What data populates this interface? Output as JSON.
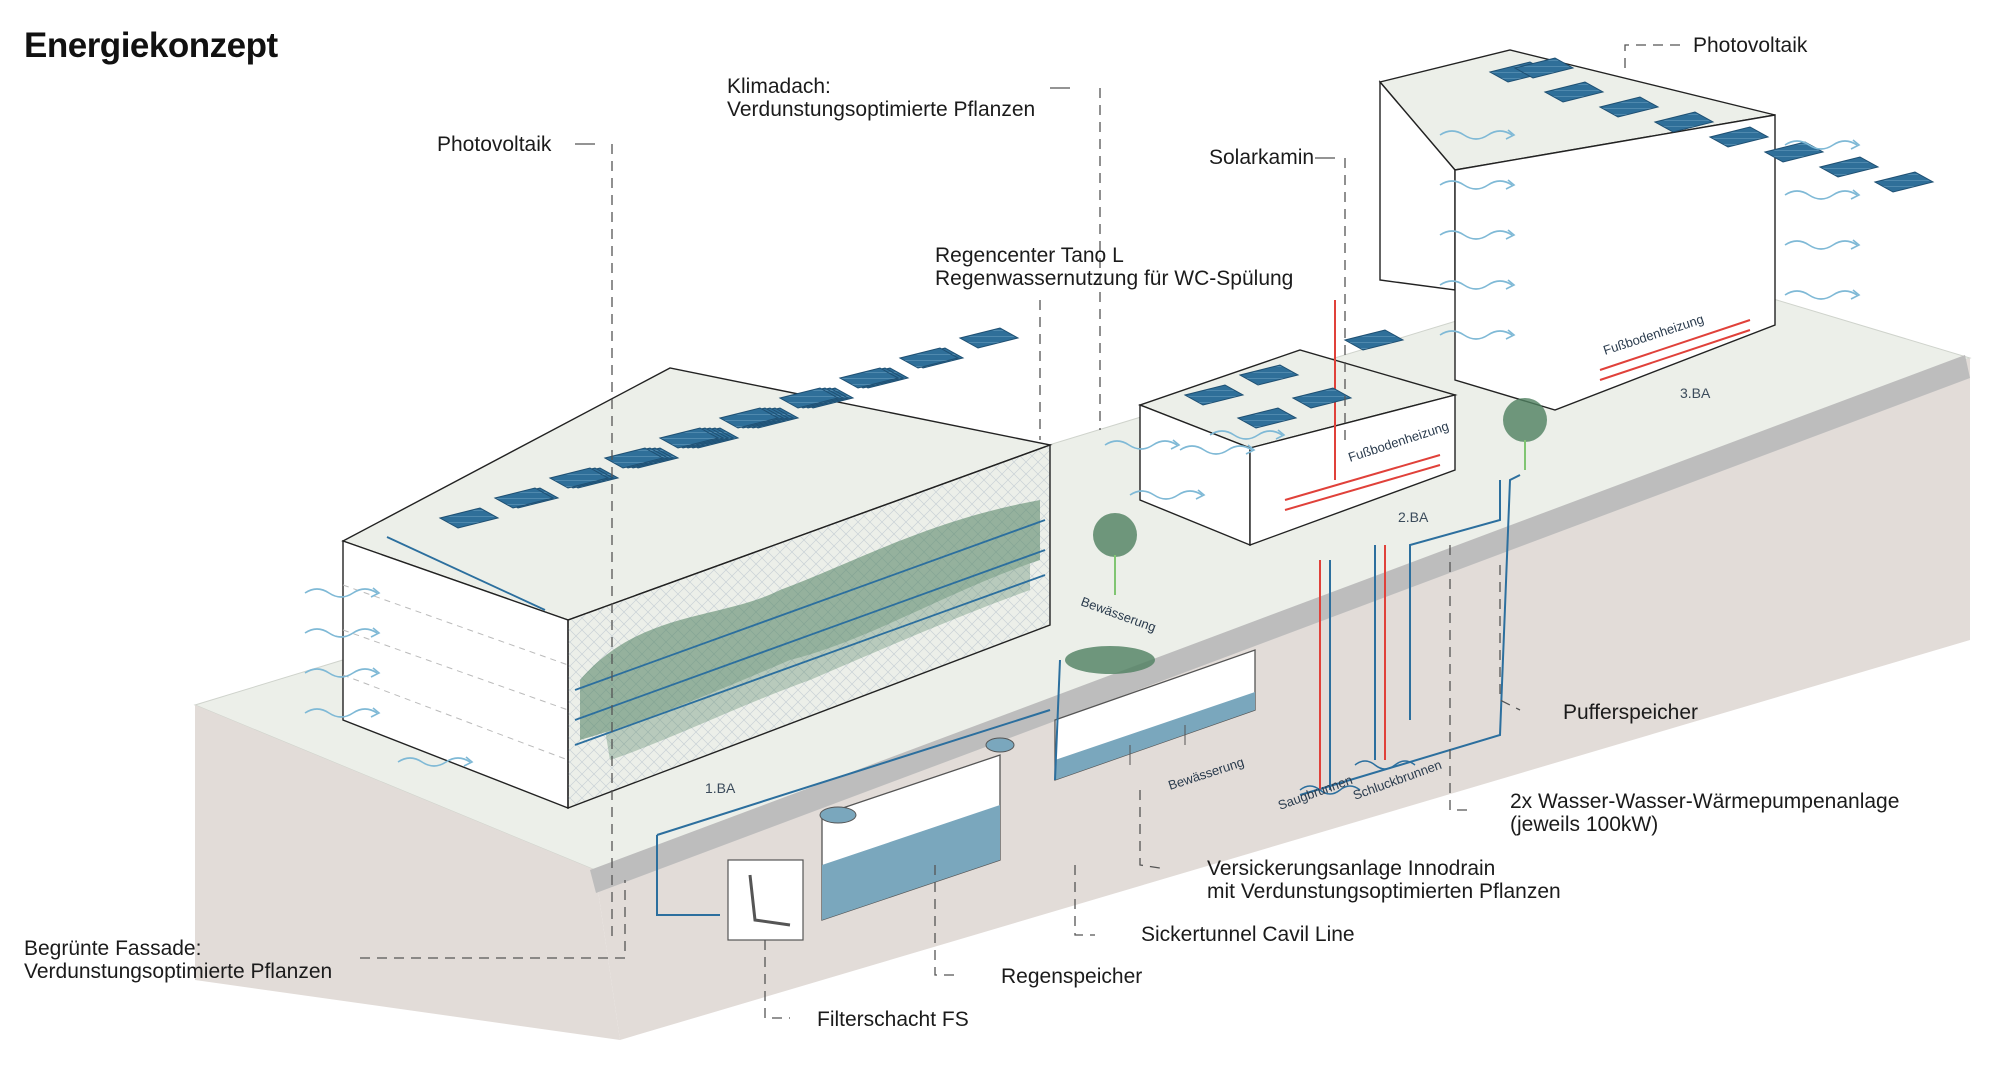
{
  "title": "Energiekonzept",
  "labels": {
    "pv_left": "Photovoltaik",
    "pv_right": "Photovoltaik",
    "klimadach_1": "Klimadach:",
    "klimadach_2": "Verdunstungsoptimierte Pflanzen",
    "solarkamin": "Solarkamin",
    "regencenter_1": "Regencenter Tano L",
    "regencenter_2": "Regenwassernutzung für WC-Spülung",
    "pufferspeicher": "Pufferspeicher",
    "waermepumpe_1": "2x Wasser-Wasser-Wärmepumpenanlage",
    "waermepumpe_2": "(jeweils 100kW)",
    "versickerung_1": "Versickerungsanlage Innodrain",
    "versickerung_2": "mit Verdunstungsoptimierten Pflanzen",
    "sickertunnel": "Sickertunnel Cavil Line",
    "regenspeicher": "Regenspeicher",
    "filterschacht": "Filterschacht FS",
    "fassade_1": "Begrünte Fassade:",
    "fassade_2": "Verdunstungsoptimierte Pflanzen"
  },
  "small_labels": {
    "ba1": "1.BA",
    "ba2": "2.BA",
    "ba3": "3.BA",
    "fussboden_1": "Fußbodenheizung",
    "fussboden_2": "Fußbodenheizung",
    "bewaesserung_1": "Bewässerung",
    "bewaesserung_2": "Bewässerung",
    "saugbrunnen": "Saugbrunnen",
    "schluckbrunnen": "Schluckbrunnen"
  },
  "colors": {
    "solar_panel": "#2f6f99",
    "water_pipe": "#2c6f9e",
    "heating": "#e0413a",
    "air_flow": "#7fb9d6",
    "greenery": "#4f8060",
    "water_tank": "#7aa7bd",
    "ground": "#e2dcd8",
    "slab_top": "#ecefe9"
  }
}
